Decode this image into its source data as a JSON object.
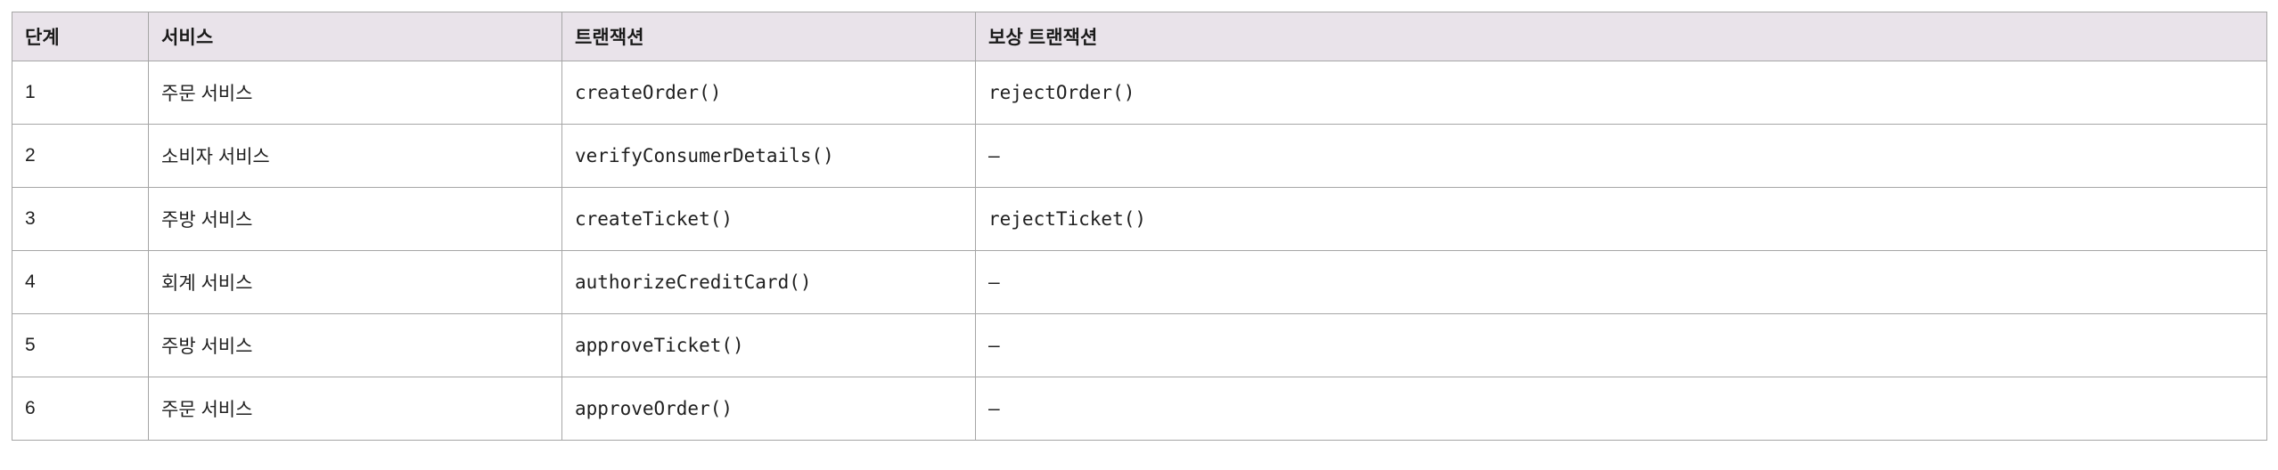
{
  "table": {
    "columns": [
      {
        "key": "step",
        "label": "단계"
      },
      {
        "key": "service",
        "label": "서비스"
      },
      {
        "key": "txn",
        "label": "트랜잭션"
      },
      {
        "key": "comp",
        "label": "보상 트랜잭션"
      }
    ],
    "rows": [
      {
        "step": "1",
        "service": "주문 서비스",
        "txn": "createOrder()",
        "comp": "rejectOrder()"
      },
      {
        "step": "2",
        "service": "소비자 서비스",
        "txn": "verifyConsumerDetails()",
        "comp": "–"
      },
      {
        "step": "3",
        "service": "주방 서비스",
        "txn": "createTicket()",
        "comp": "rejectTicket()"
      },
      {
        "step": "4",
        "service": "회계 서비스",
        "txn": "authorizeCreditCard()",
        "comp": "–"
      },
      {
        "step": "5",
        "service": "주방 서비스",
        "txn": "approveTicket()",
        "comp": "–"
      },
      {
        "step": "6",
        "service": "주문 서비스",
        "txn": "approveOrder()",
        "comp": "–"
      }
    ],
    "colors": {
      "header_background": "#e9e3ea",
      "body_background": "#ffffff",
      "border": "#a6a6a6",
      "outer_border": "#a0a0a0",
      "header_text": "#1a1a1a",
      "body_text": "#1f1f1f",
      "page_background": "#ffffff"
    }
  }
}
